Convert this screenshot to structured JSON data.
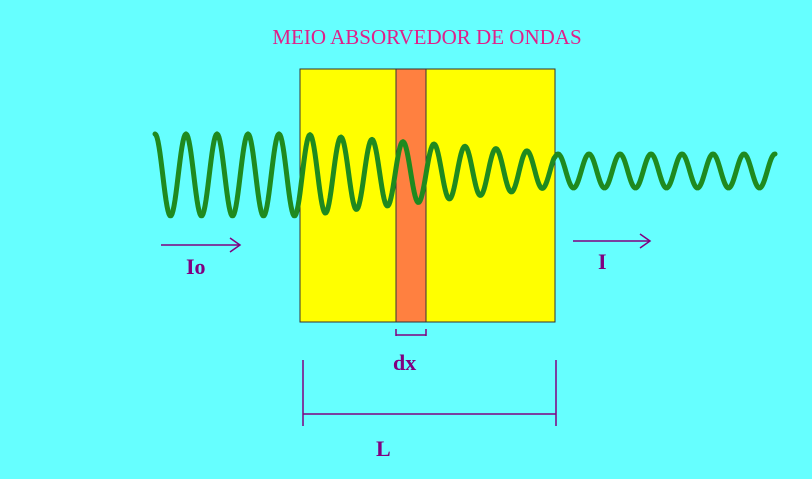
{
  "title": "MEIO ABSORVEDOR DE ONDAS",
  "labels": {
    "incident_intensity": "Io",
    "transmitted_intensity": "I",
    "slice_thickness": "dx",
    "medium_length": "L"
  },
  "colors": {
    "background": "#66ffff",
    "title": "#e0208a",
    "medium": "#ffff00",
    "slice": "#ff8040",
    "wave": "#1f8a1f",
    "annotation": "#800080"
  }
}
